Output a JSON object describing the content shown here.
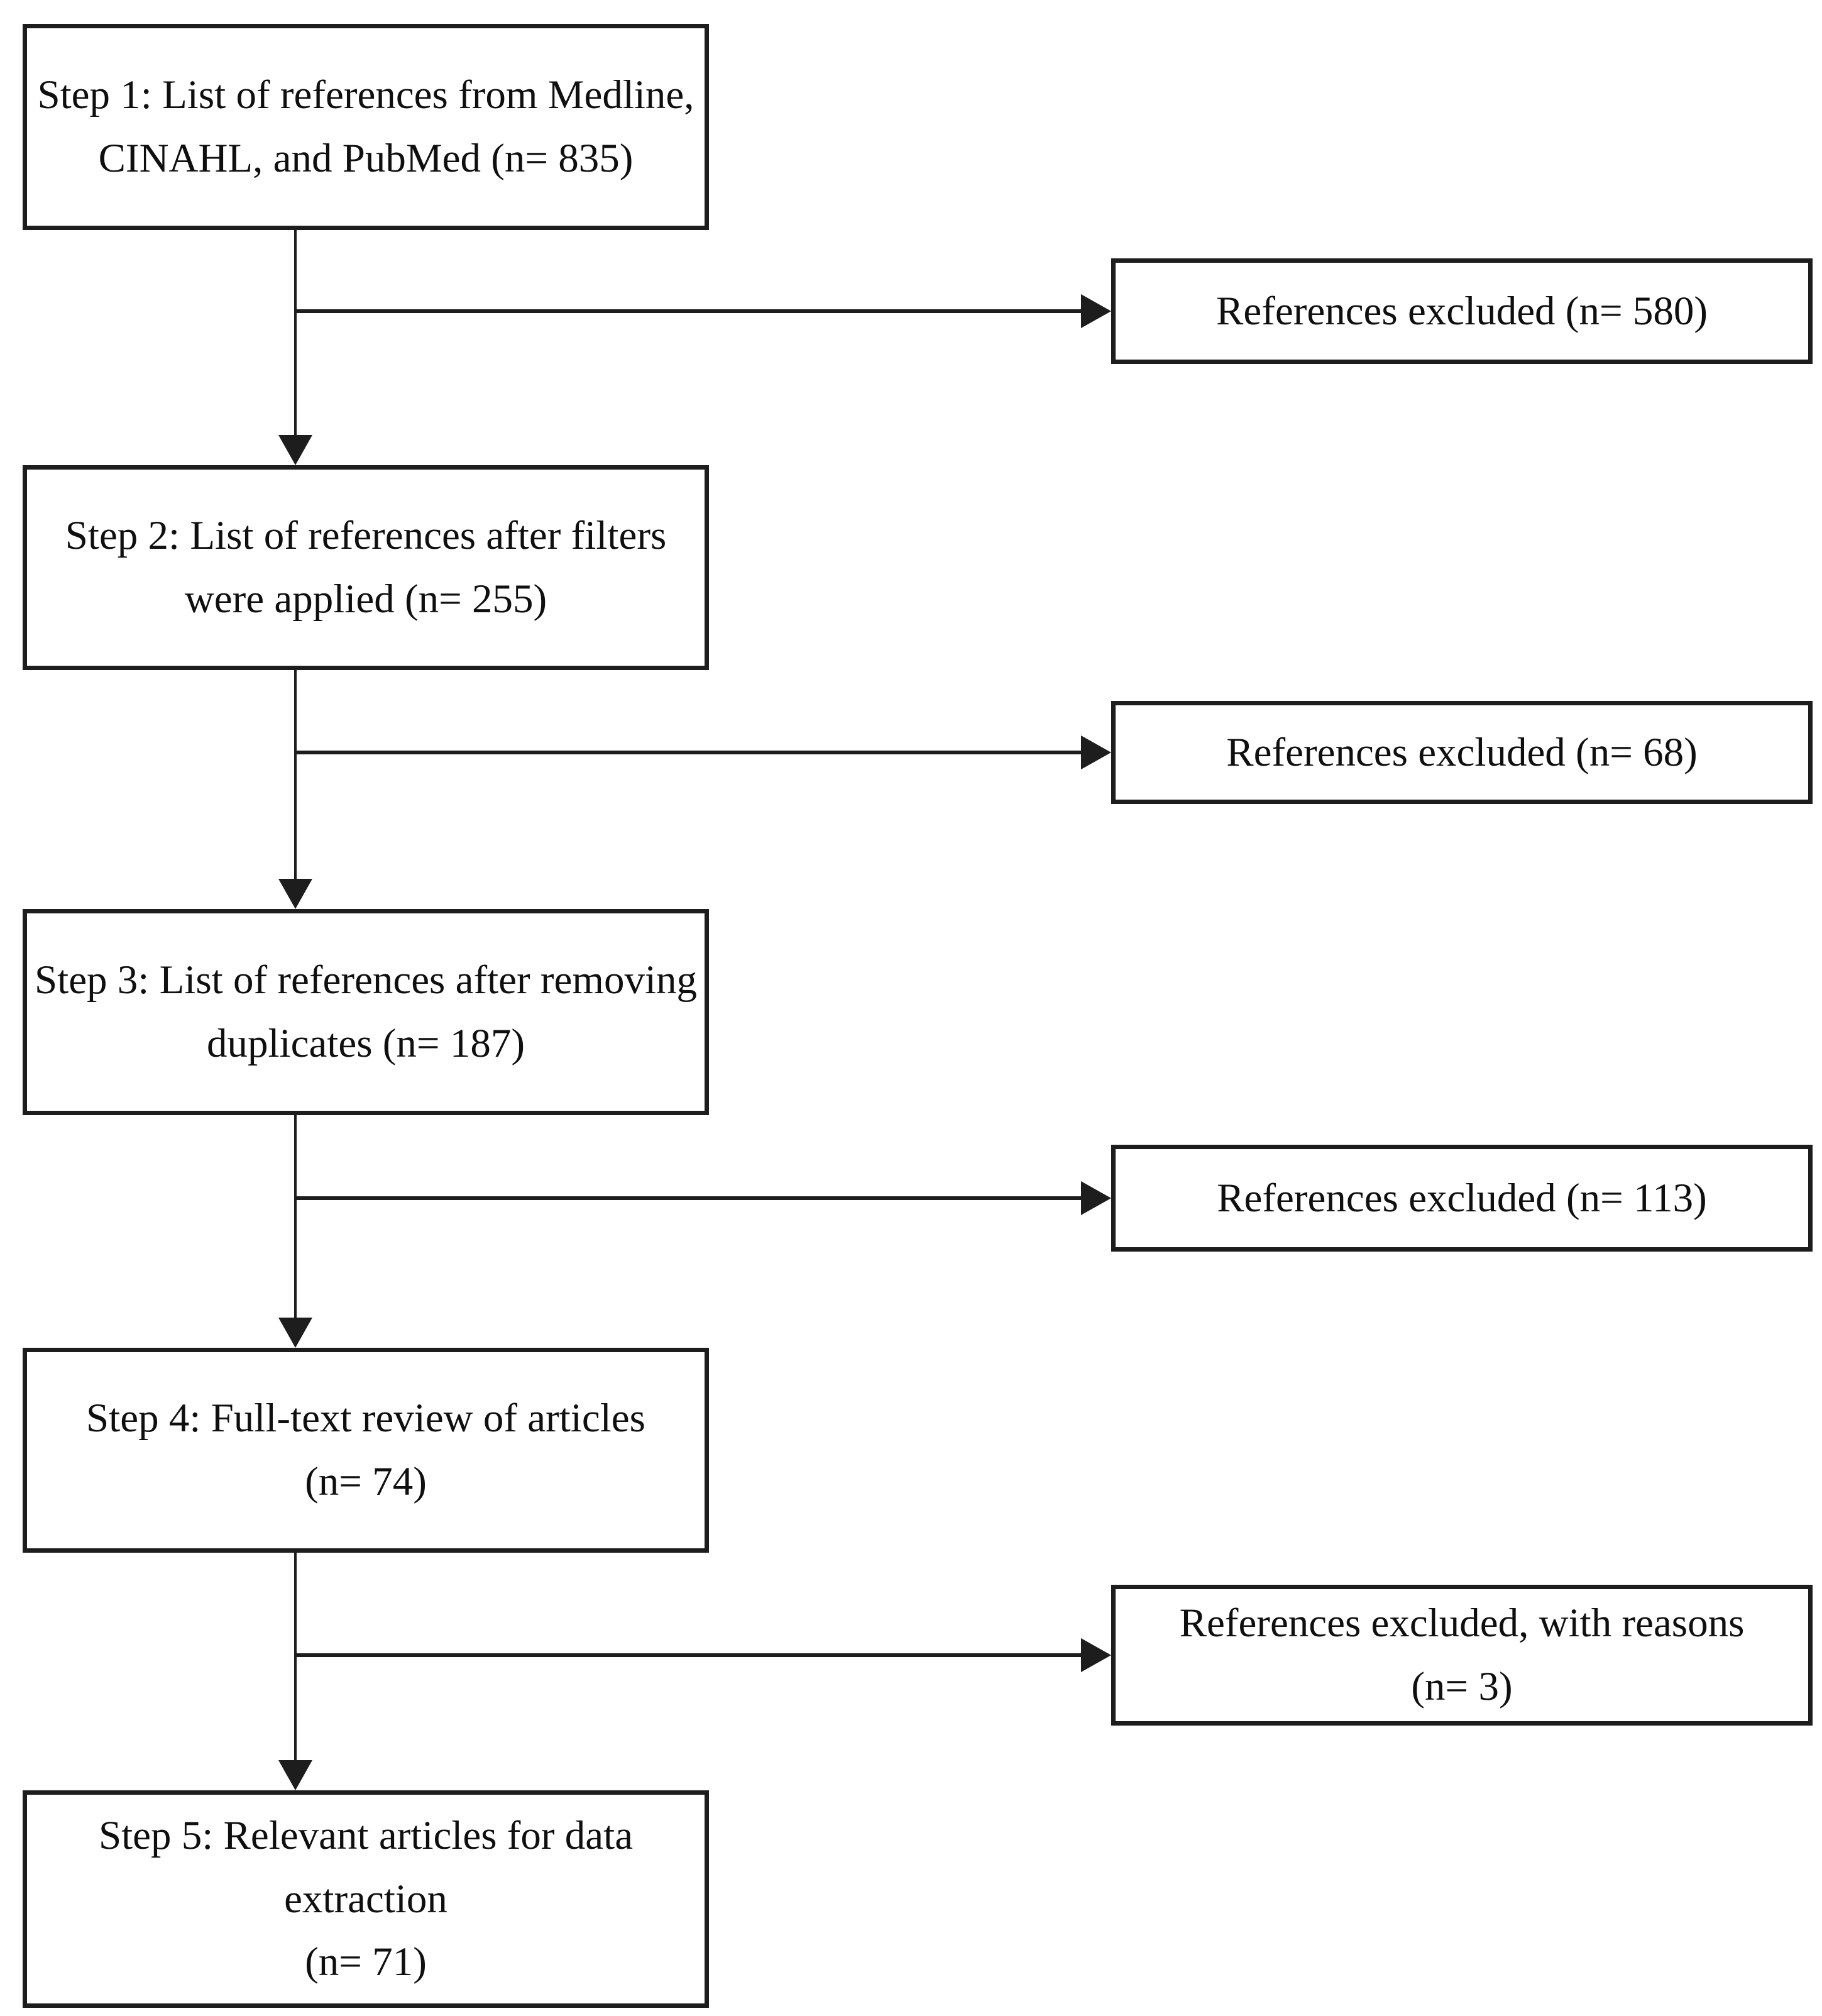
{
  "diagram": {
    "type": "flowchart",
    "colors": {
      "background": "#ffffff",
      "line": "#1d1d1d",
      "text": "#0f0f0f"
    },
    "steps": [
      {
        "name": "step-1",
        "n": 835,
        "label": "Step 1: List of references from Medline,\nCINAHL, and PubMed (n= 835)"
      },
      {
        "name": "step-2",
        "n": 255,
        "label": "Step 2: List of references after filters\nwere applied (n= 255)"
      },
      {
        "name": "step-3",
        "n": 187,
        "label": "Step 3: List of references after removing\nduplicates (n= 187)"
      },
      {
        "name": "step-4",
        "n": 74,
        "label": "Step 4: Full-text review of articles\n(n= 74)"
      },
      {
        "name": "step-5",
        "n": 71,
        "label": "Step 5: Relevant articles for data\nextraction\n(n= 71)"
      }
    ],
    "exclusions": [
      {
        "name": "exclusion-1",
        "from": "step-1",
        "n": 580,
        "label": "References excluded (n= 580)"
      },
      {
        "name": "exclusion-2",
        "from": "step-2",
        "n": 68,
        "label": "References excluded (n= 68)"
      },
      {
        "name": "exclusion-3",
        "from": "step-3",
        "n": 113,
        "label": "References excluded (n= 113)"
      },
      {
        "name": "exclusion-4",
        "from": "step-4",
        "n": 3,
        "label": "References excluded, with reasons\n(n= 3)"
      }
    ]
  }
}
